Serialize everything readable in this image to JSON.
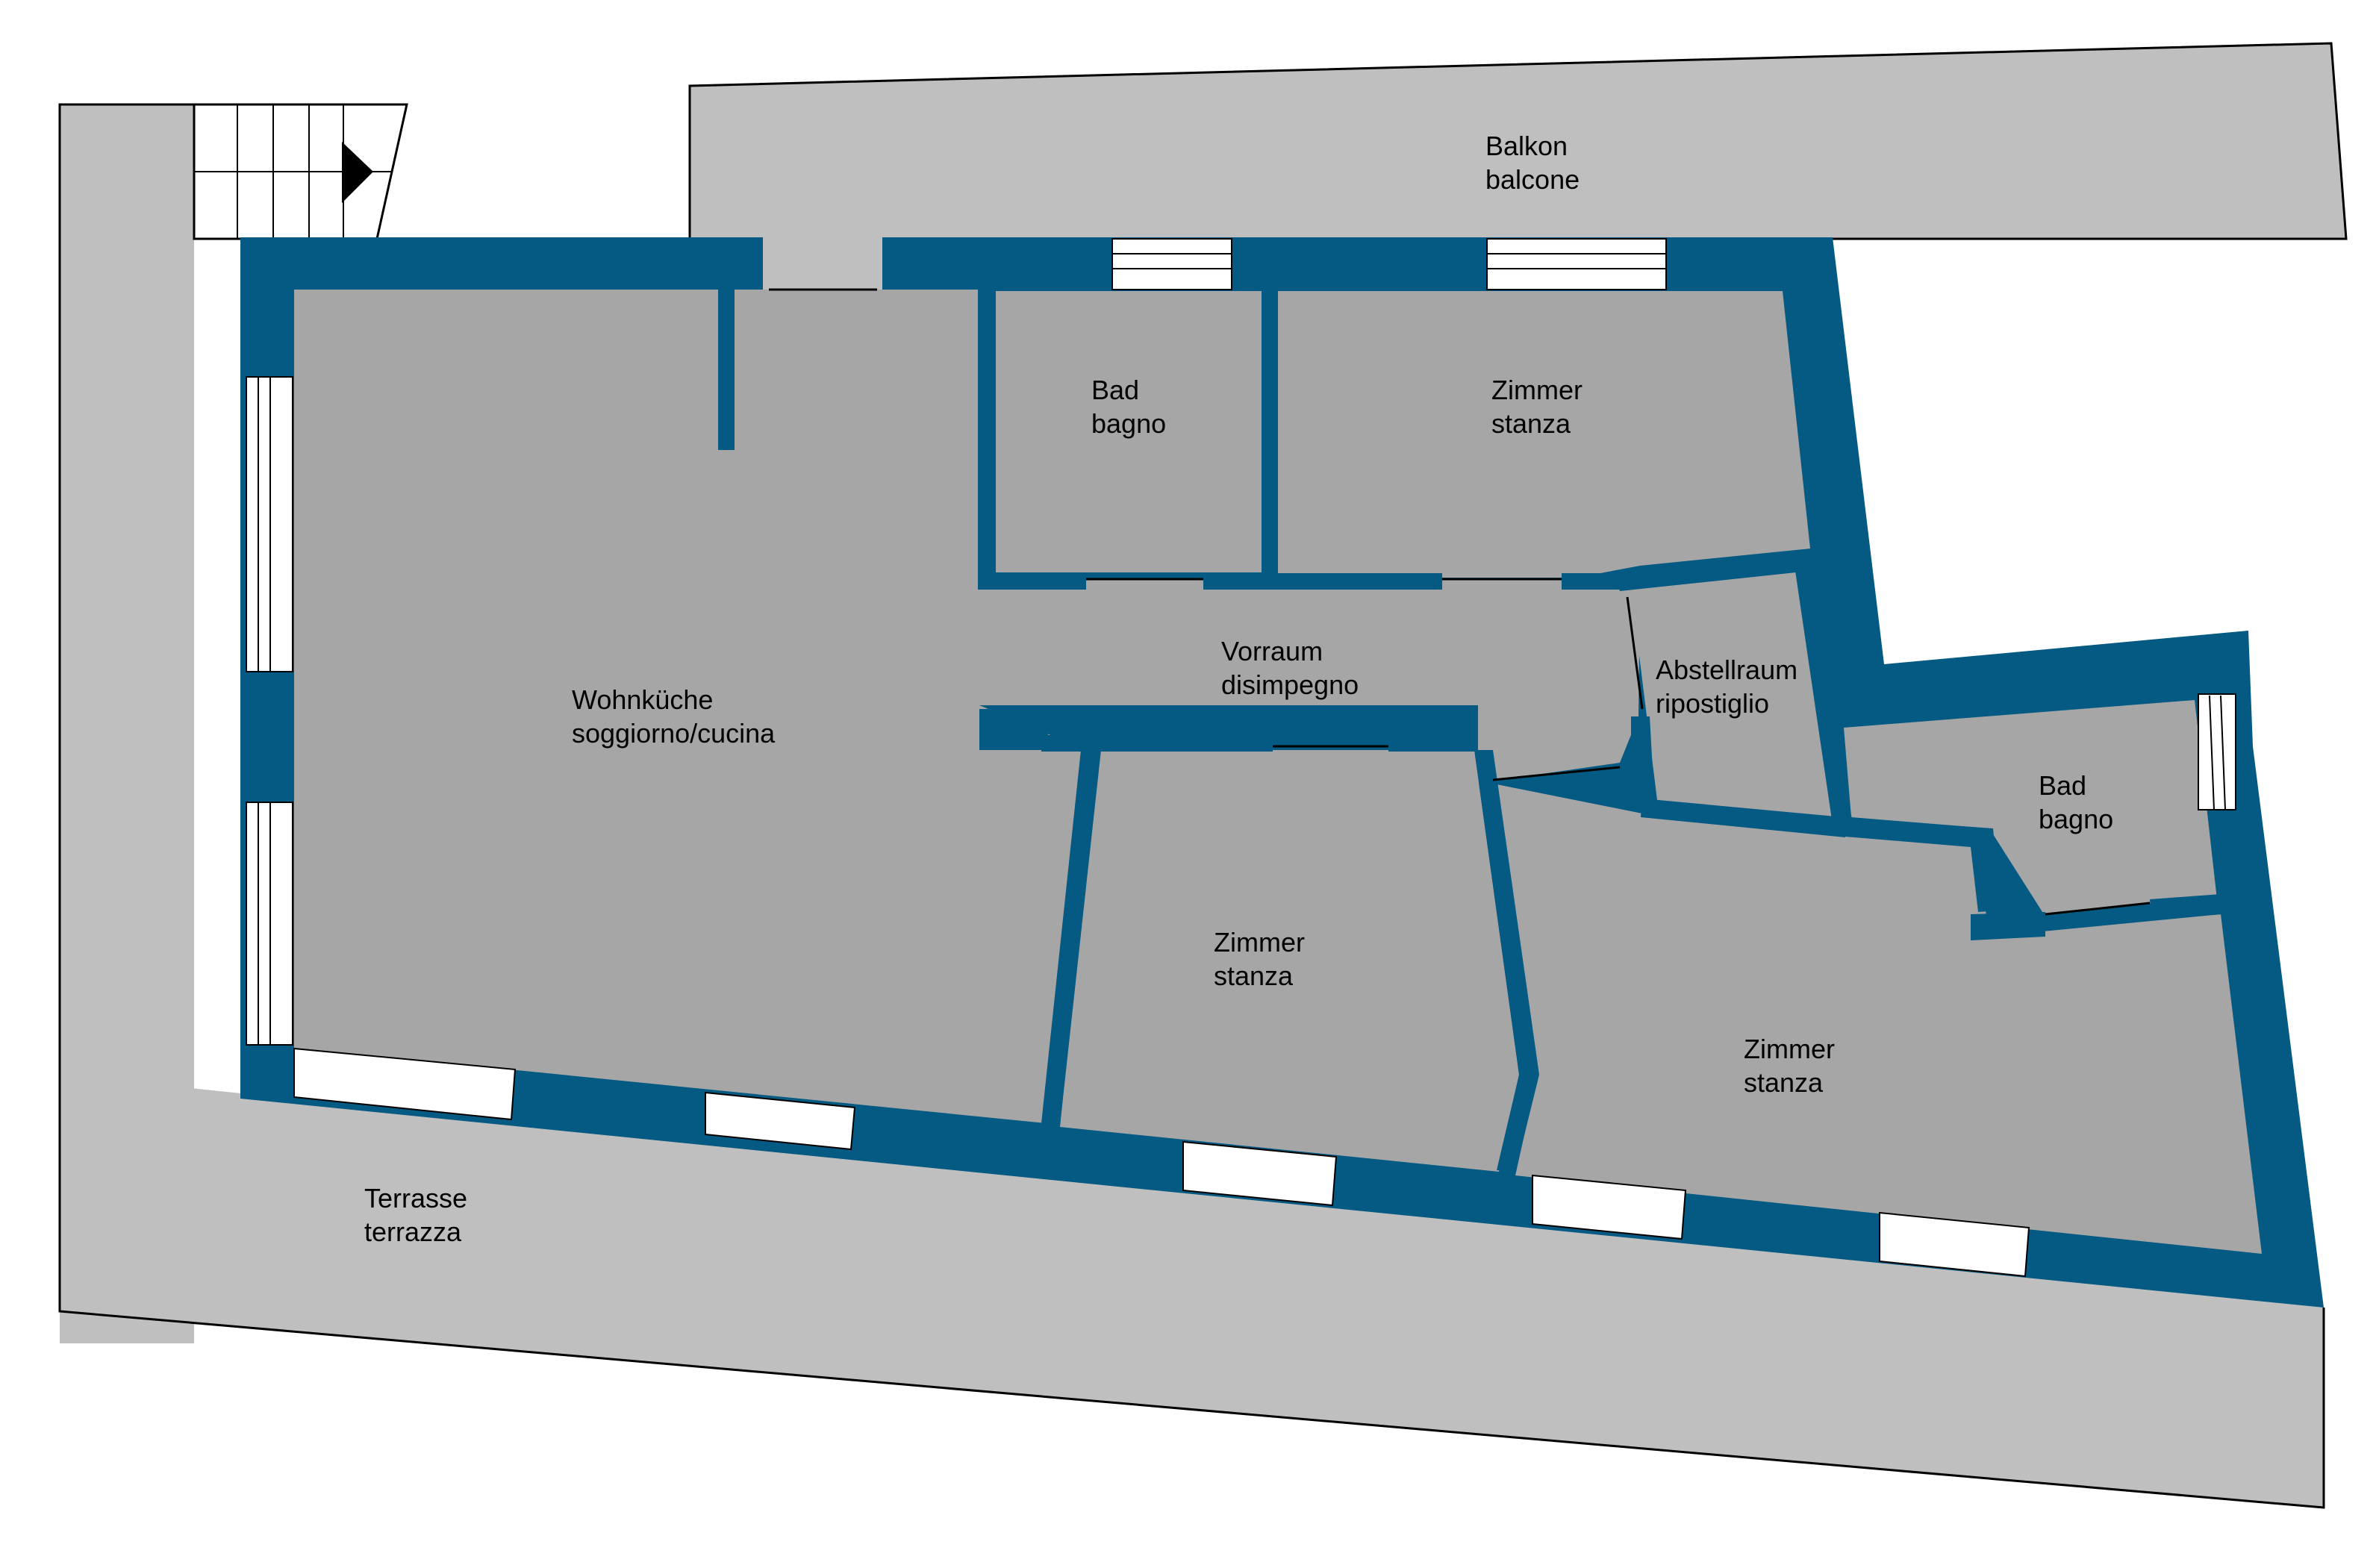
{
  "colors": {
    "outdoor_fill": "#bfbfbf",
    "room_fill": "#a6a6a6",
    "wall_fill": "#045a82",
    "window_fill": "#ffffff",
    "outline": "#000000"
  },
  "icons": {
    "staircase": "stairs-icon",
    "stair_direction": "arrow-right-icon"
  },
  "labels": {
    "balkon": {
      "line1": "Balkon",
      "line2": "balcone"
    },
    "terrasse": {
      "line1": "Terrasse",
      "line2": "terrazza"
    },
    "wohnkueche": {
      "line1": "Wohnküche",
      "line2": "soggiorno/cucina"
    },
    "bad_top": {
      "line1": "Bad",
      "line2": "bagno"
    },
    "zimmer_top": {
      "line1": "Zimmer",
      "line2": "stanza"
    },
    "vorraum": {
      "line1": "Vorraum",
      "line2": "disimpegno"
    },
    "abstellraum": {
      "line1": "Abstellraum",
      "line2": "ripostiglio"
    },
    "bad_right": {
      "line1": "Bad",
      "line2": "bagno"
    },
    "zimmer_middle": {
      "line1": "Zimmer",
      "line2": "stanza"
    },
    "zimmer_right": {
      "line1": "Zimmer",
      "line2": "stanza"
    }
  }
}
